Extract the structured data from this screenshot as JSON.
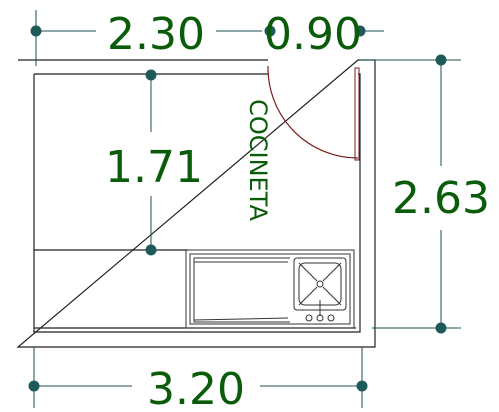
{
  "dimensions": {
    "top_left": "2.30",
    "top_right": "0.90",
    "interior_vertical": "1.71",
    "right_vertical": "2.63",
    "bottom": "3.20"
  },
  "room": {
    "label": "COCINETA"
  },
  "colors": {
    "dimension": "#0a5c0a",
    "dim_line": "#1f4f4f",
    "node": "#1e5a5a",
    "wall": "#222222",
    "door": "#7a1b1b",
    "fixture": "#333333"
  }
}
